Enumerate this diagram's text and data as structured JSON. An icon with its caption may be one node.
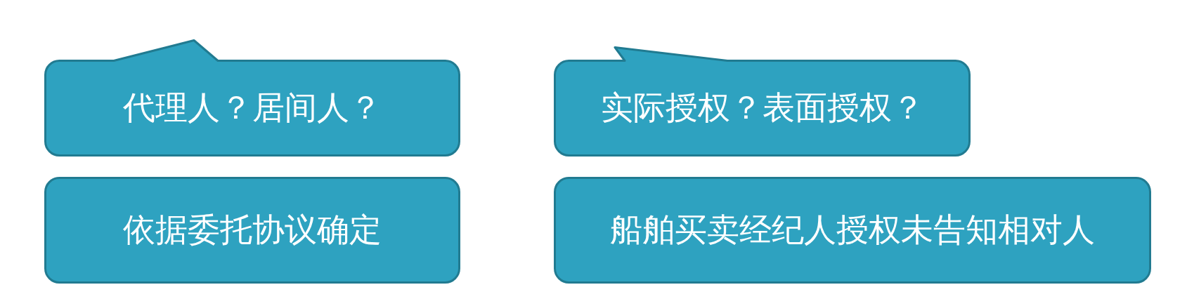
{
  "diagram": {
    "nodes": [
      {
        "text": [
          "代理人？居间人？"
        ]
      },
      {
        "text": [
          "实际授权？表面授权？"
        ]
      },
      {
        "text": [
          "依据委托协议确定"
        ]
      },
      {
        "text": [
          "船舶买卖经纪人授权未告知相对人"
        ]
      }
    ]
  }
}
